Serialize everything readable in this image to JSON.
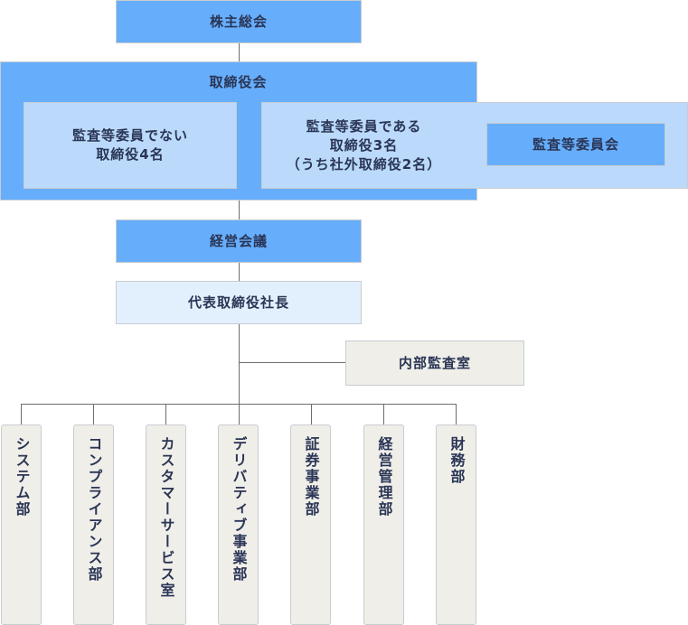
{
  "diagram": {
    "type": "organization-chart",
    "shareholders_meeting": "株主総会",
    "board": {
      "title": "取締役会",
      "non_audit_directors": [
        "監査等委員でない",
        "取締役4名"
      ],
      "audit_directors": [
        "監査等委員である",
        "取締役3名",
        "（うち社外取締役2名）"
      ],
      "audit_committee": "監査等委員会"
    },
    "management_meeting": "経営会議",
    "president": "代表取締役社長",
    "internal_audit": "内部監査室",
    "departments": [
      "システム部",
      "コンプライアンス部",
      "カスタマーサービス室",
      "デリバティブ事業部",
      "証券事業部",
      "経営管理部",
      "財務部"
    ],
    "colors": {
      "primary_box": "#66aefc",
      "secondary_box": "#bbdafb",
      "president_box": "#e2f0fd",
      "department_box": "#efeee8",
      "text": "#2a3555",
      "connector": "#6d6d6d"
    }
  }
}
